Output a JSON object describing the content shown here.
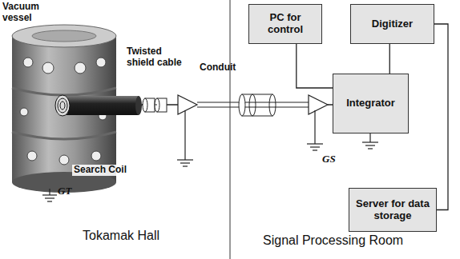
{
  "diagram": {
    "nodes": [
      {
        "text": [
          "PC for control"
        ]
      },
      {
        "text": [
          "Digitizer"
        ]
      },
      {
        "text": [
          "Integrator"
        ]
      },
      {
        "text": [
          "Server for data storage"
        ]
      }
    ],
    "edges": [
      {
        "from": 0,
        "to": 2,
        "arrow": "none"
      },
      {
        "from": 1,
        "to": 2,
        "arrow": "none"
      },
      {
        "from": 1,
        "to": 3,
        "arrow": "none"
      }
    ],
    "labels": [
      "Vacuum vessel",
      "Twisted shield cable",
      "Conduit",
      "Search Coil",
      "GT",
      "GS",
      "Tokamak Hall",
      "Signal Processing Room"
    ]
  }
}
